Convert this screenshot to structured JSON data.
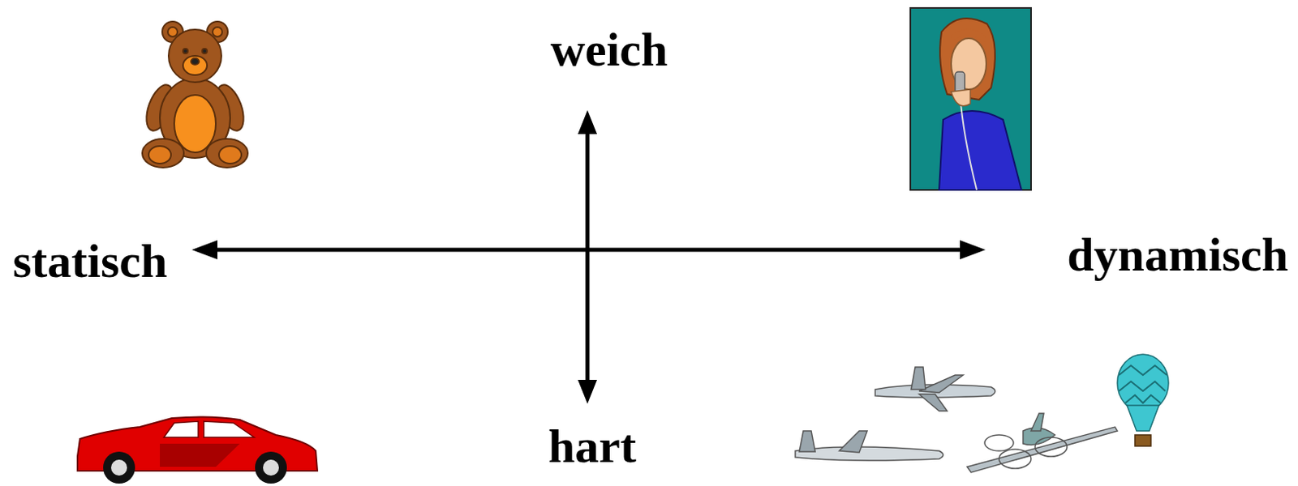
{
  "diagram": {
    "labels": [
      "weich",
      "statisch",
      "dynamisch",
      "hart"
    ]
  }
}
